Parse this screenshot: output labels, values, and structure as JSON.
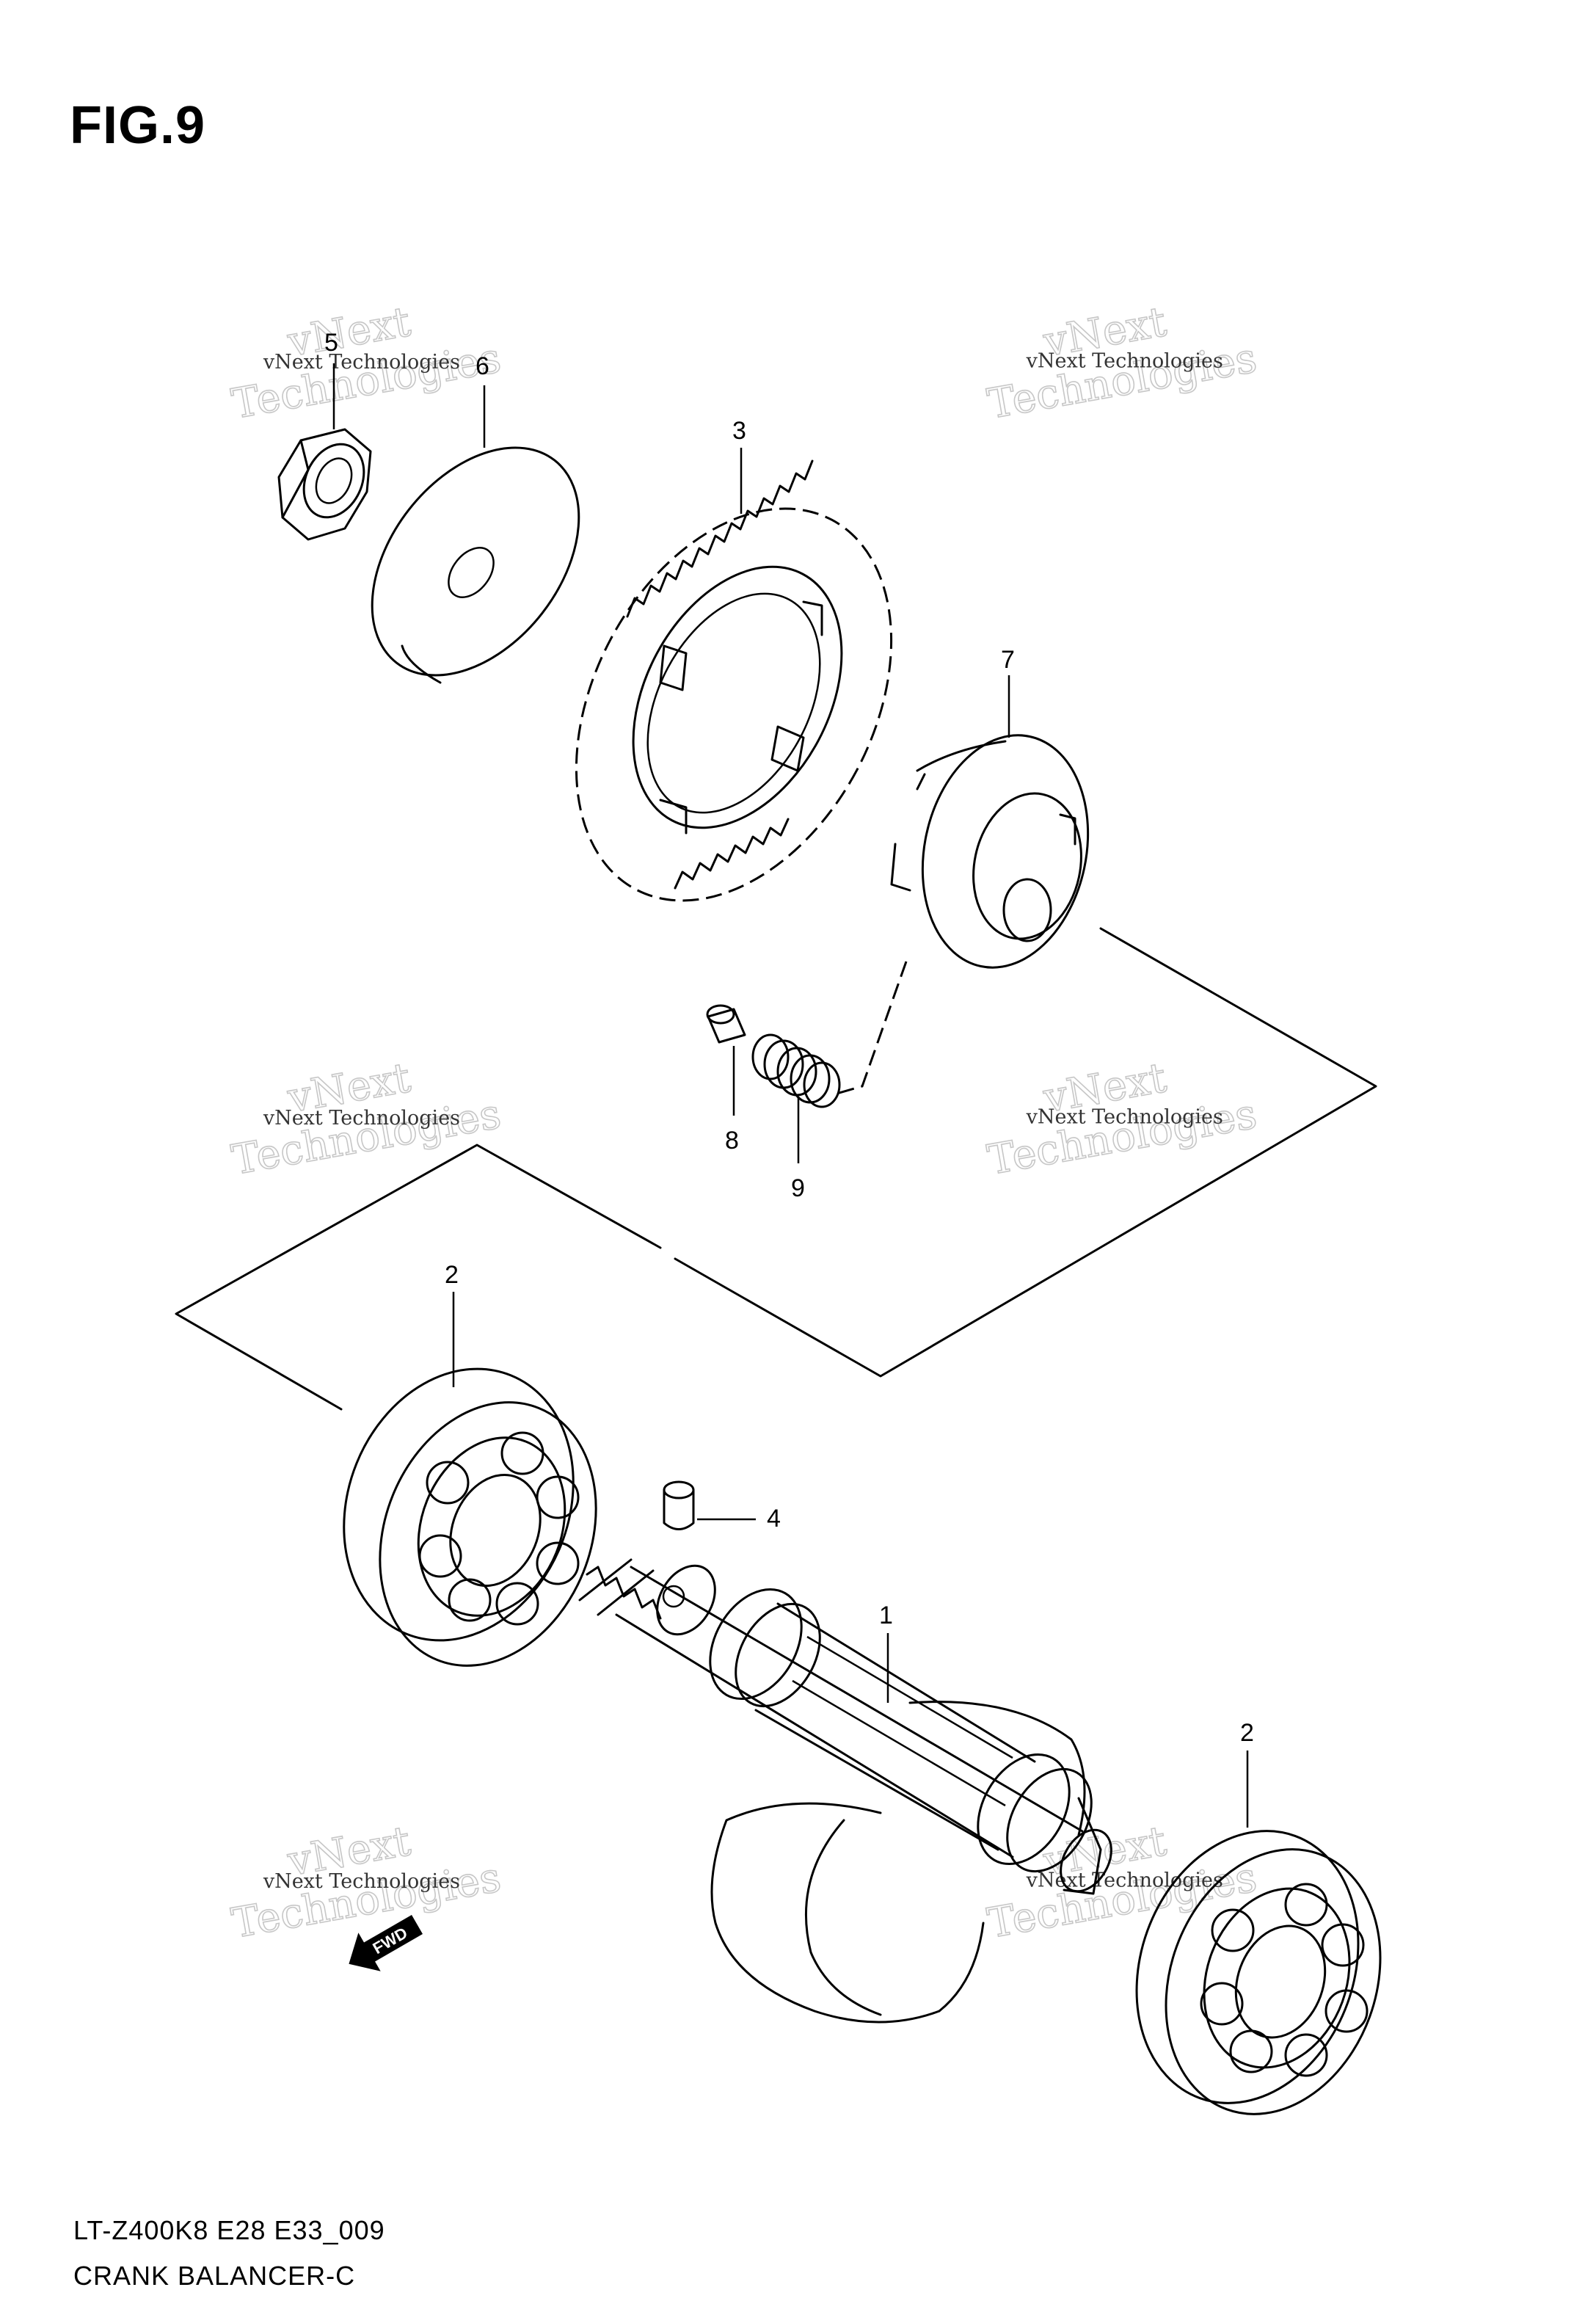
{
  "figure": {
    "title": "FIG.9"
  },
  "watermark": {
    "brand_big": "vNext",
    "brand_big2": "Technologies",
    "brand_small": "vNext Technologies"
  },
  "fwd_label": "FWD",
  "callouts": [
    {
      "id": "5",
      "label": "5"
    },
    {
      "id": "6",
      "label": "6"
    },
    {
      "id": "3",
      "label": "3"
    },
    {
      "id": "7",
      "label": "7"
    },
    {
      "id": "8",
      "label": "8"
    },
    {
      "id": "9",
      "label": "9"
    },
    {
      "id": "2a",
      "label": "2"
    },
    {
      "id": "4",
      "label": "4"
    },
    {
      "id": "1",
      "label": "1"
    },
    {
      "id": "2b",
      "label": "2"
    }
  ],
  "footer": {
    "code": "LT-Z400K8 E28 E33_009",
    "caption": "CRANK BALANCER-C"
  }
}
